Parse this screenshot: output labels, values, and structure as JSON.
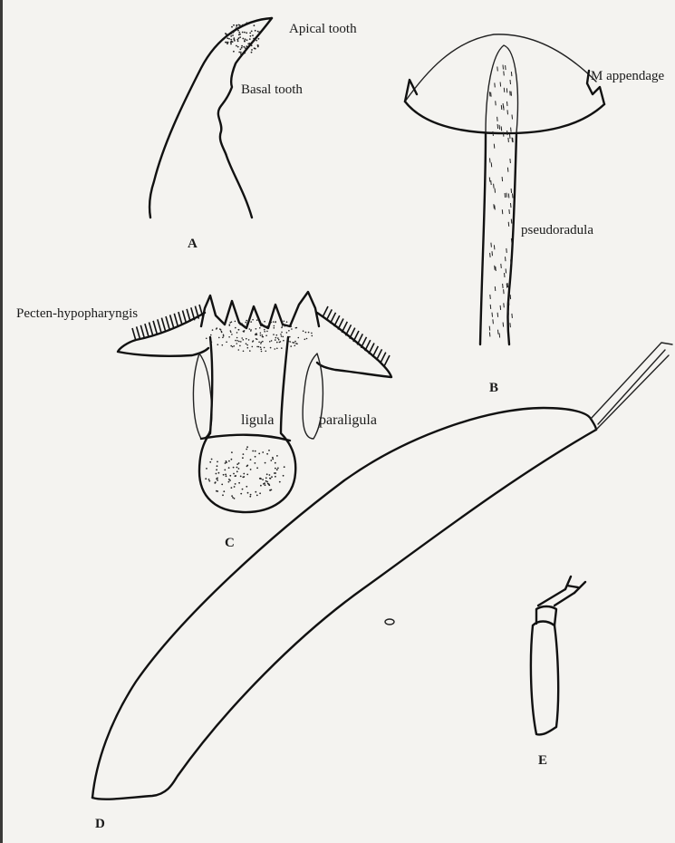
{
  "figure": {
    "panel_a": {
      "letter": "A",
      "apical_tooth_label": "Apical tooth",
      "basal_tooth_label": "Basal tooth"
    },
    "panel_b": {
      "letter": "B",
      "m_appendage_label": "M appendage",
      "pseudoradula_label": "pseudoradula"
    },
    "panel_c": {
      "letter": "C",
      "pecten_label": "Pecten-hypopharyngis",
      "ligula_label": "ligula",
      "paraligula_label": "paraligula"
    },
    "panel_d": {
      "letter": "D"
    },
    "panel_e": {
      "letter": "E"
    }
  },
  "colors": {
    "ink": "#111111",
    "paper": "#f4f3f0"
  }
}
